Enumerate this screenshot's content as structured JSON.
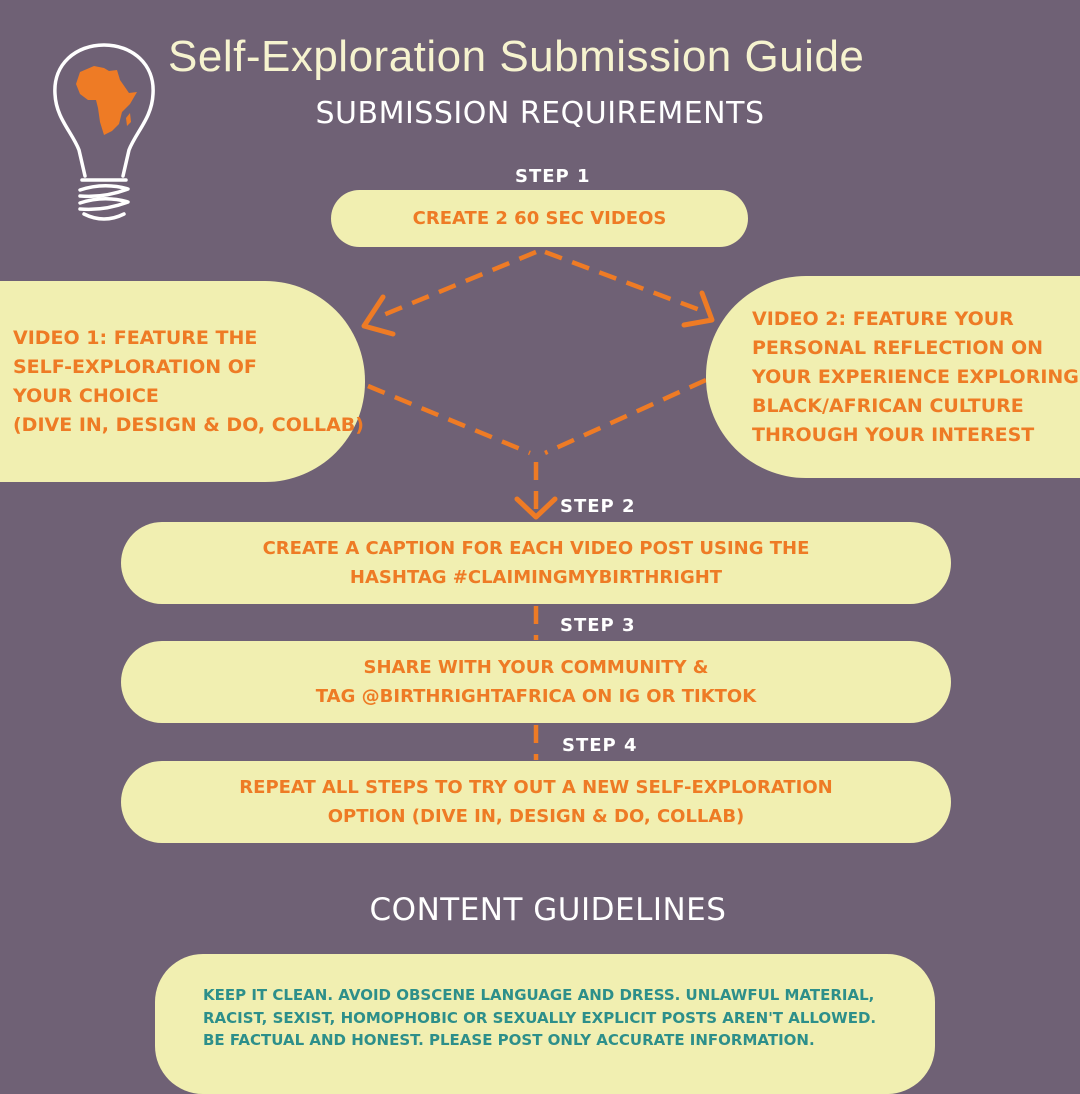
{
  "header": {
    "title": "Self-Exploration Submission Guide",
    "subtitle": "SUBMISSION REQUIREMENTS"
  },
  "steps": {
    "step1_label": "STEP 1",
    "step1_text": "CREATE 2 60 SEC VIDEOS",
    "video1_lines": [
      "VIDEO 1: FEATURE THE",
      "SELF-EXPLORATION OF",
      "YOUR CHOICE",
      "(DIVE IN, DESIGN & DO, COLLAB)"
    ],
    "video2_lines": [
      "VIDEO 2: FEATURE YOUR",
      "PERSONAL REFLECTION ON",
      "YOUR EXPERIENCE EXPLORING",
      "BLACK/AFRICAN CULTURE",
      "THROUGH YOUR INTEREST"
    ],
    "step2_label": "STEP 2",
    "step2_lines": [
      "CREATE A CAPTION FOR EACH VIDEO POST USING THE",
      "HASHTAG #CLAIMINGMYBIRTHRIGHT"
    ],
    "step3_label": "STEP 3",
    "step3_lines": [
      "SHARE WITH YOUR COMMUNITY &",
      "TAG @BIRTHRIGHTAFRICA ON IG OR TIKTOK"
    ],
    "step4_label": "STEP 4",
    "step4_lines": [
      "REPEAT ALL STEPS TO TRY OUT A NEW SELF-EXPLORATION",
      "OPTION (DIVE IN, DESIGN & DO, COLLAB)"
    ]
  },
  "guidelines": {
    "title": "CONTENT GUIDELINES",
    "lines": [
      "KEEP IT CLEAN. AVOID OBSCENE LANGUAGE AND DRESS. UNLAWFUL MATERIAL,",
      "RACIST, SEXIST, HOMOPHOBIC OR SEXUALLY EXPLICIT POSTS AREN'T ALLOWED.",
      "BE FACTUAL AND HONEST. PLEASE POST ONLY ACCURATE INFORMATION."
    ]
  },
  "colors": {
    "background": "#6f6175",
    "box": "#f1efb1",
    "accent": "#ee7b25",
    "guideline_text": "#2d8f8a"
  },
  "icons": {
    "logo": "lightbulb-africa-icon"
  }
}
